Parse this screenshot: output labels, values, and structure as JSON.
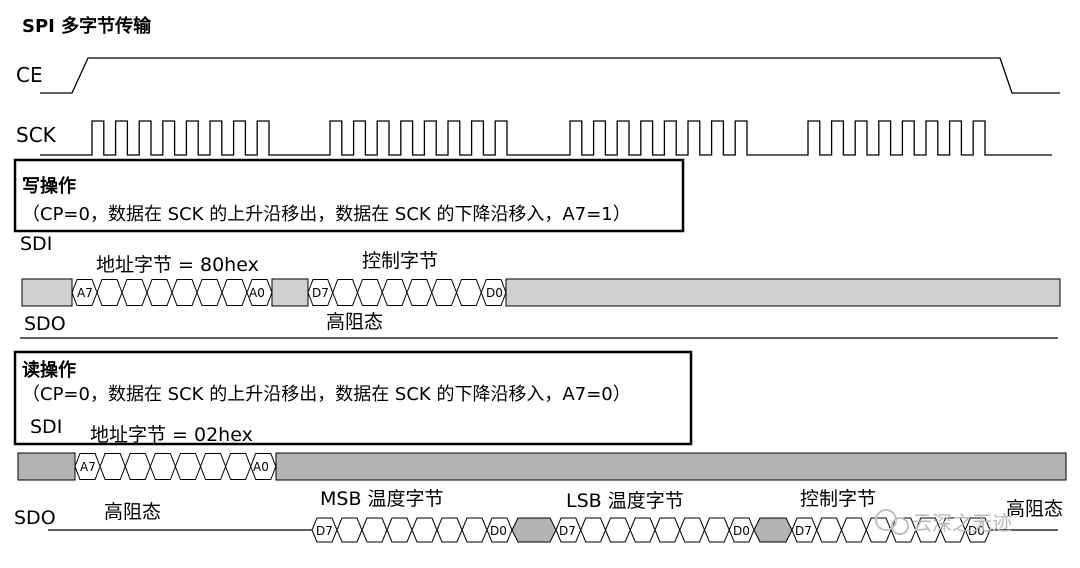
{
  "title": "SPI 多字节传输",
  "signals": {
    "ce": "CE",
    "sck": "SCK"
  },
  "write_op": {
    "heading": "写操作",
    "note": "（CP=0，数据在 SCK 的上升沿移出，数据在 SCK 的下降沿移入，A7=1）",
    "sdi": "SDI",
    "sdo": "SDO",
    "addr_label": "地址字节 = 80hex",
    "ctrl_label": "控制字节",
    "hiz": "高阻态",
    "addr_first": "A7",
    "addr_last": "A0",
    "data_first": "D7",
    "data_last": "D0"
  },
  "read_op": {
    "heading": "读操作",
    "note": "（CP=0，数据在 SCK 的上升沿移出，数据在 SCK 的下降沿移入，A7=0）",
    "sdi": "SDI",
    "sdo": "SDO",
    "addr_label": "地址字节 = 02hex",
    "hiz_left": "高阻态",
    "hiz_right": "高阻态",
    "msb_label": "MSB 温度字节",
    "lsb_label": "LSB 温度字节",
    "ctrl_label": "控制字节",
    "addr_first": "A7",
    "addr_last": "A0",
    "data_first": "D7",
    "data_last": "D0"
  },
  "watermark": "云深之无迹",
  "colors": {
    "bus_fill": "#d0d0d0",
    "bus_fill_dark": "#b3b3b3",
    "line": "#000000"
  }
}
